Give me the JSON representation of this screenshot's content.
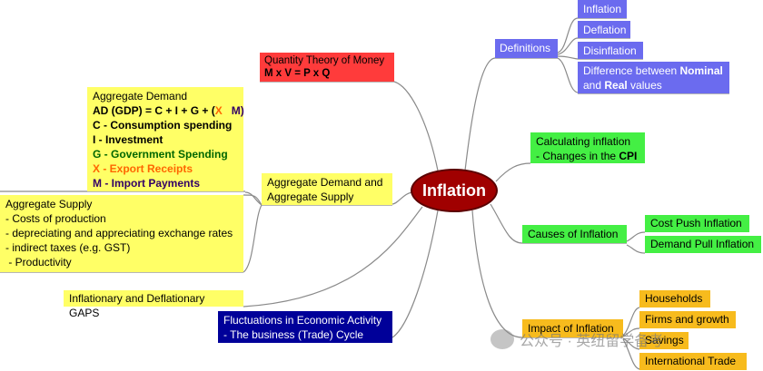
{
  "center": "Inflation",
  "quantity_theory": {
    "title": "Quantity Theory of Money",
    "formula": "M x V = P x Q"
  },
  "definitions": {
    "label": "Definitions",
    "items": [
      "Inflation",
      "Deflation",
      "Disinflation"
    ],
    "difference": {
      "prefix": "Difference between ",
      "nominal": "Nominal",
      "and": "and ",
      "real": "Real",
      "suffix": " values"
    }
  },
  "calculating": {
    "line1": "Calculating inflation",
    "line2_prefix": "- Changes in the ",
    "line2_bold": "CPI"
  },
  "causes": {
    "label": "Causes of Inflation",
    "items": [
      "Cost Push Inflation",
      "Demand Pull Inflation"
    ]
  },
  "impact": {
    "label": "Impact of Inflation",
    "items": [
      "Households",
      "Firms and growth",
      "Savings",
      "International Trade"
    ]
  },
  "aggregate_demand": {
    "title": "Aggregate Demand",
    "formula_prefix": "AD (GDP) = C + I + G + (",
    "formula_x": "X",
    "formula_m": "M)",
    "c": "C - Consumption spending",
    "i": "I - Investment",
    "g": "G - Government Spending",
    "x": "X - Export Receipts",
    "m": "M - Import Payments"
  },
  "ad_as": {
    "line1": "Aggregate Demand and",
    "line2": "Aggregate Supply"
  },
  "aggregate_supply": {
    "title": "Aggregate Supply",
    "items": [
      "- Costs of production",
      "- depreciating and appreciating exchange rates",
      "- indirect taxes (e.g. GST)",
      " - Productivity"
    ]
  },
  "gaps": "Inflationary and Deflationary GAPS",
  "fluctuations": {
    "line1": "Fluctuations in Economic Activity",
    "line2": "- The business (Trade) Cycle"
  },
  "watermark": "公众号 · 英纽留学备考",
  "colors": {
    "center": "#a00000",
    "red": "#ff3b3b",
    "blue": "#6b6bef",
    "green": "#44ef44",
    "yellow": "#ffff66",
    "gold": "#f7bb1d",
    "navy": "#000099"
  }
}
